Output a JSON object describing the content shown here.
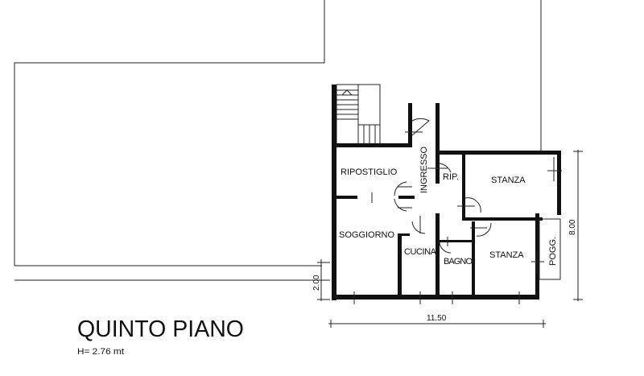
{
  "plan": {
    "title": "QUINTO PIANO",
    "height_note": "H= 2.76 mt",
    "rooms": {
      "ripostiglio": "RIPOSTIGLIO",
      "ingresso": "INGRESSO",
      "rip": "RIP.",
      "stanza_1": "STANZA",
      "soggiorno": "SOGGIORNO",
      "cucina": "CUCINA",
      "bagno": "BAGNO",
      "stanza_2": "STANZA",
      "poggiolo": "POGG."
    },
    "dimensions": {
      "width": "11.50",
      "depth": "8.00",
      "offset": "2.00"
    }
  }
}
